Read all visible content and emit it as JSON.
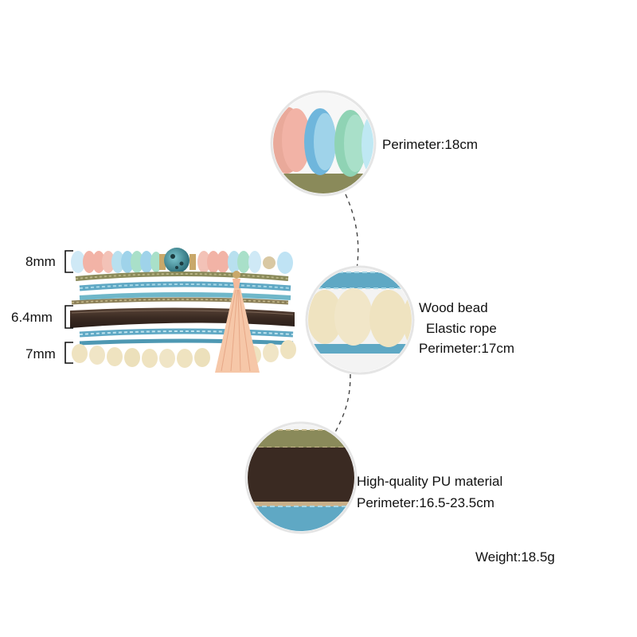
{
  "dimensions": {
    "top": "8mm",
    "middle": "6.4mm",
    "bottom": "7mm"
  },
  "details": {
    "beads": {
      "perimeter": "Perimeter:18cm"
    },
    "wood": {
      "material": "Wood bead",
      "rope": "Elastic rope",
      "perimeter": "Perimeter:17cm"
    },
    "leather": {
      "material": "High-quality PU material",
      "perimeter": "Perimeter:16.5-23.5cm"
    }
  },
  "weight": "Weight:18.5g",
  "colors": {
    "bead_pink": "#f2b3a6",
    "bead_blue": "#9fd3ea",
    "bead_mint": "#a9e0c9",
    "wood": "#efe3c0",
    "leather": "#3a2a22",
    "rope_blue": "#5fa8c4",
    "rope_olive": "#8a8a5a",
    "tassel": "#f6c7a8"
  }
}
